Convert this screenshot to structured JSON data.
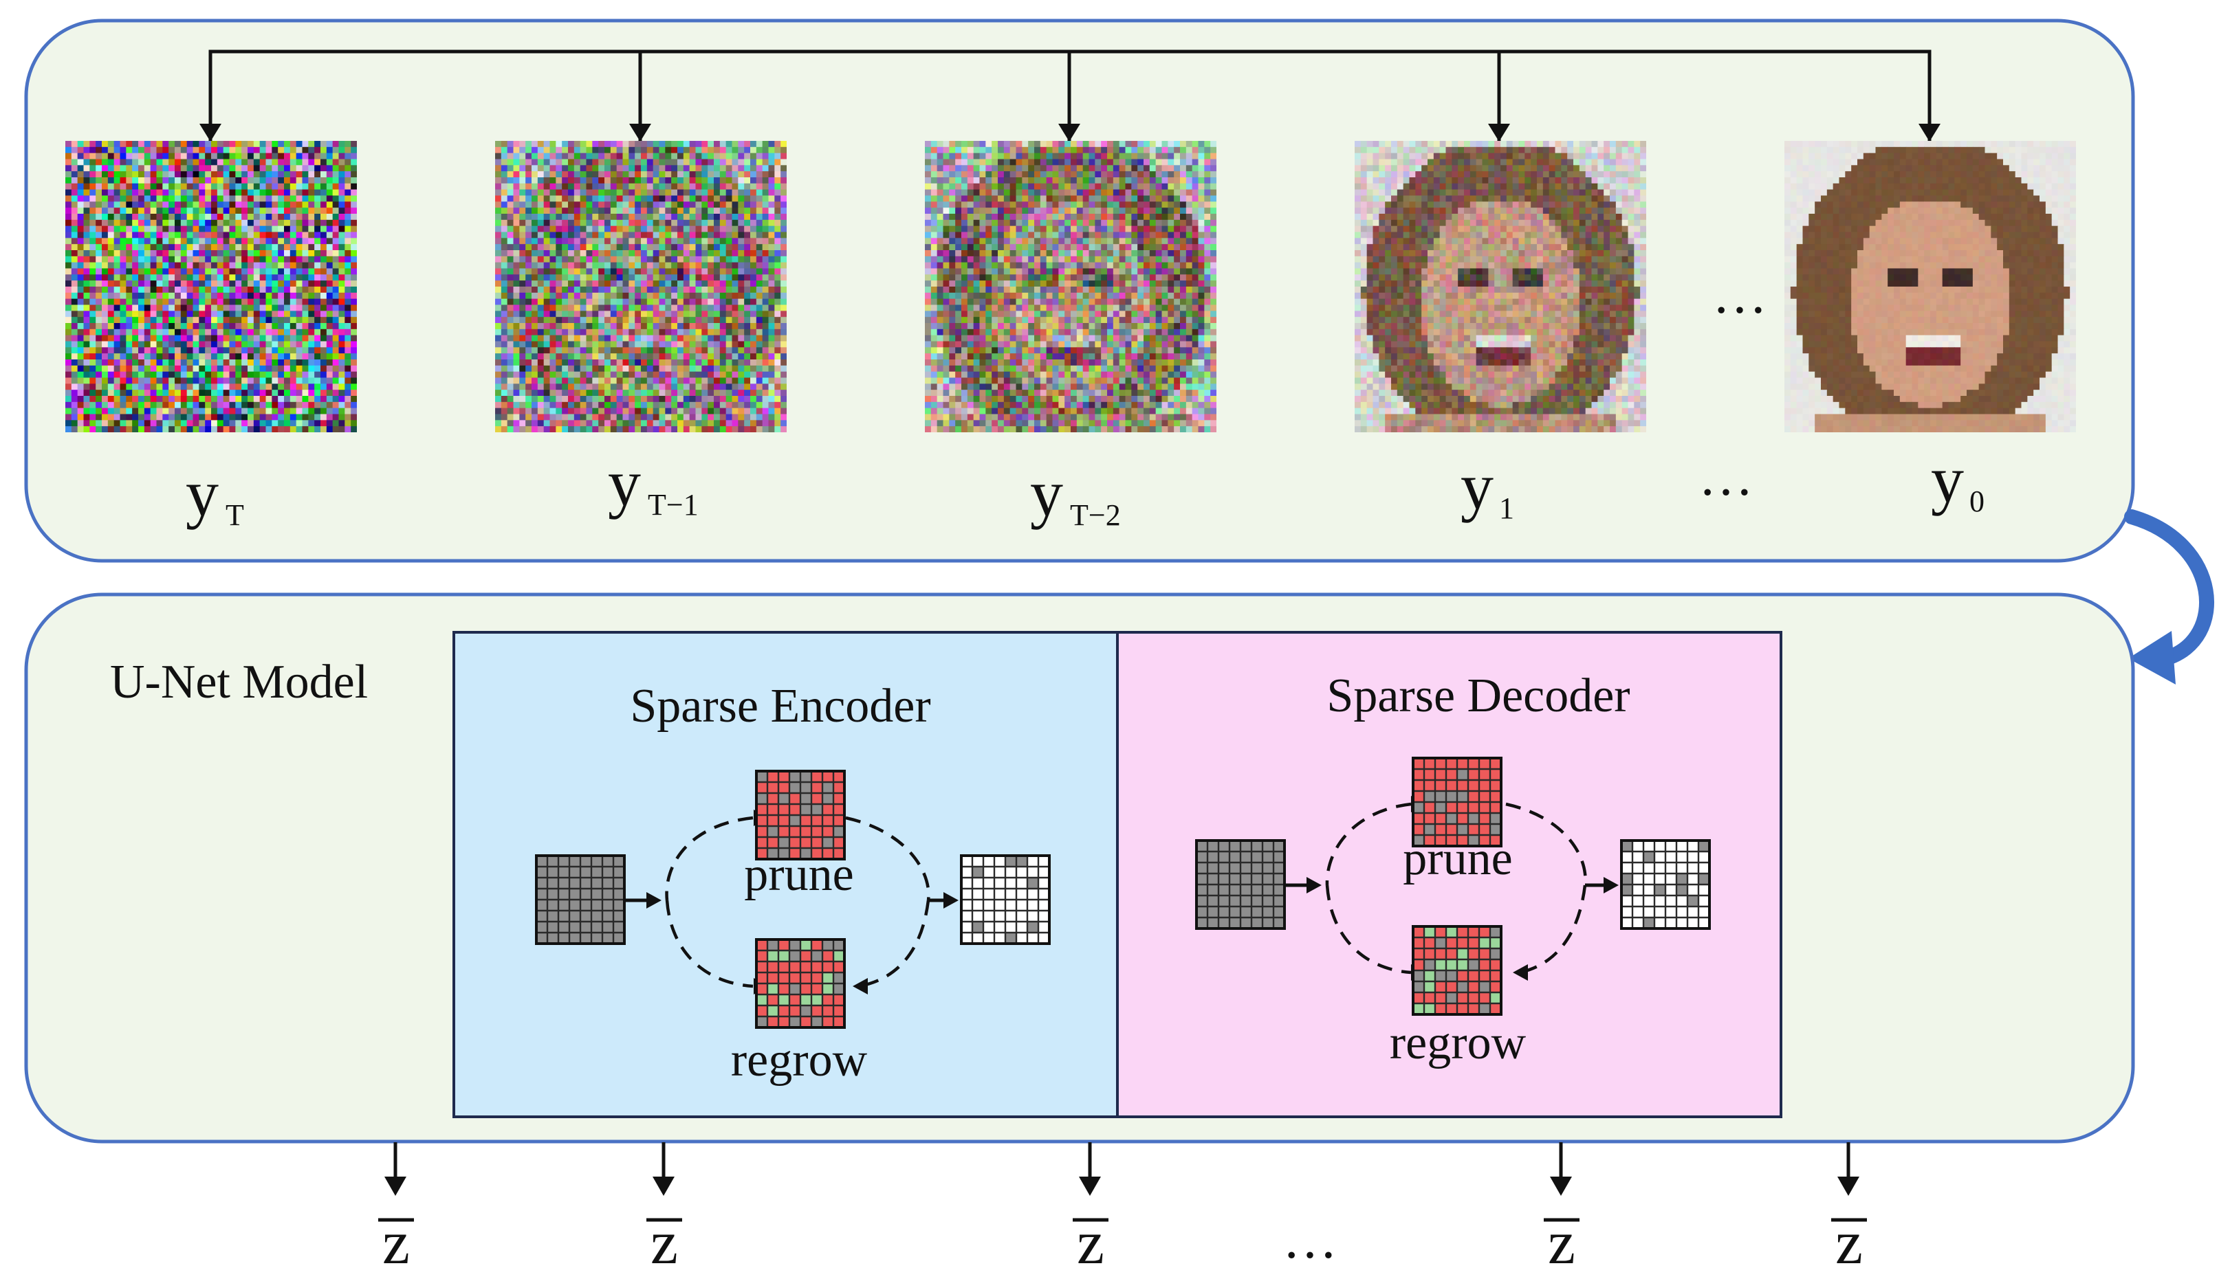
{
  "top_panel": {
    "images": [
      {
        "label": "y",
        "subscript": "T",
        "noise": 1.0
      },
      {
        "label": "y",
        "subscript": "T−1",
        "noise": 0.75
      },
      {
        "label": "y",
        "subscript": "T−2",
        "noise": 0.6
      },
      {
        "label": "y",
        "subscript": "1",
        "noise": 0.25
      },
      {
        "label": "y",
        "subscript": "0",
        "noise": 0.05
      }
    ],
    "ellipsis": "…"
  },
  "bottom_panel": {
    "title": "U-Net Model",
    "encoder": {
      "title": "Sparse Encoder",
      "prune_label": "prune",
      "regrow_label": "regrow"
    },
    "decoder": {
      "title": "Sparse Decoder",
      "prune_label": "prune",
      "regrow_label": "regrow"
    }
  },
  "outputs": {
    "symbols": [
      "z",
      "z",
      "z",
      "z",
      "z"
    ],
    "ellipsis": "…"
  },
  "colors": {
    "panel_fill": "#f0f6ea",
    "panel_border": "#4a72c4",
    "encoder_fill": "#cdeafb",
    "decoder_fill": "#fbd6f6",
    "cell_gray": "#8e8e8e",
    "cell_red": "#ee5a5a",
    "cell_green": "#9bd79b",
    "cell_white": "#ffffff"
  }
}
